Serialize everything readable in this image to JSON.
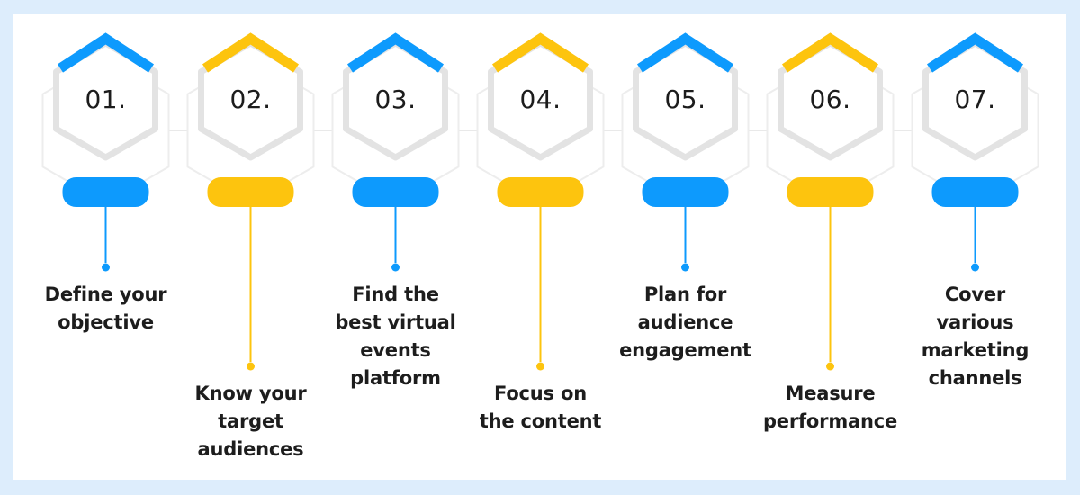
{
  "colors": {
    "background": "#DDEDFC",
    "panel": "#FFFFFF",
    "accent_blue": "#0D9AFD",
    "accent_yellow": "#FDC40E",
    "hexagon_border": "#E3E3E3",
    "outer_hexagon_border": "#EDEDED",
    "connector_line": "#E9E9E9",
    "text": "#1D1D1D"
  },
  "steps": [
    {
      "number": "01.",
      "accent": "blue",
      "label_lines": [
        "Define your",
        "objective"
      ]
    },
    {
      "number": "02.",
      "accent": "yellow",
      "label_lines": [
        "Know your",
        "target",
        "audiences"
      ]
    },
    {
      "number": "03.",
      "accent": "blue",
      "label_lines": [
        "Find the",
        "best virtual",
        "events",
        "platform"
      ]
    },
    {
      "number": "04.",
      "accent": "yellow",
      "label_lines": [
        "Focus on",
        "the content"
      ]
    },
    {
      "number": "05.",
      "accent": "blue",
      "label_lines": [
        "Plan for",
        "audience",
        "engagement"
      ]
    },
    {
      "number": "06.",
      "accent": "yellow",
      "label_lines": [
        "Measure",
        "performance"
      ]
    },
    {
      "number": "07.",
      "accent": "blue",
      "label_lines": [
        "Cover",
        "various",
        "marketing",
        "channels"
      ]
    }
  ]
}
